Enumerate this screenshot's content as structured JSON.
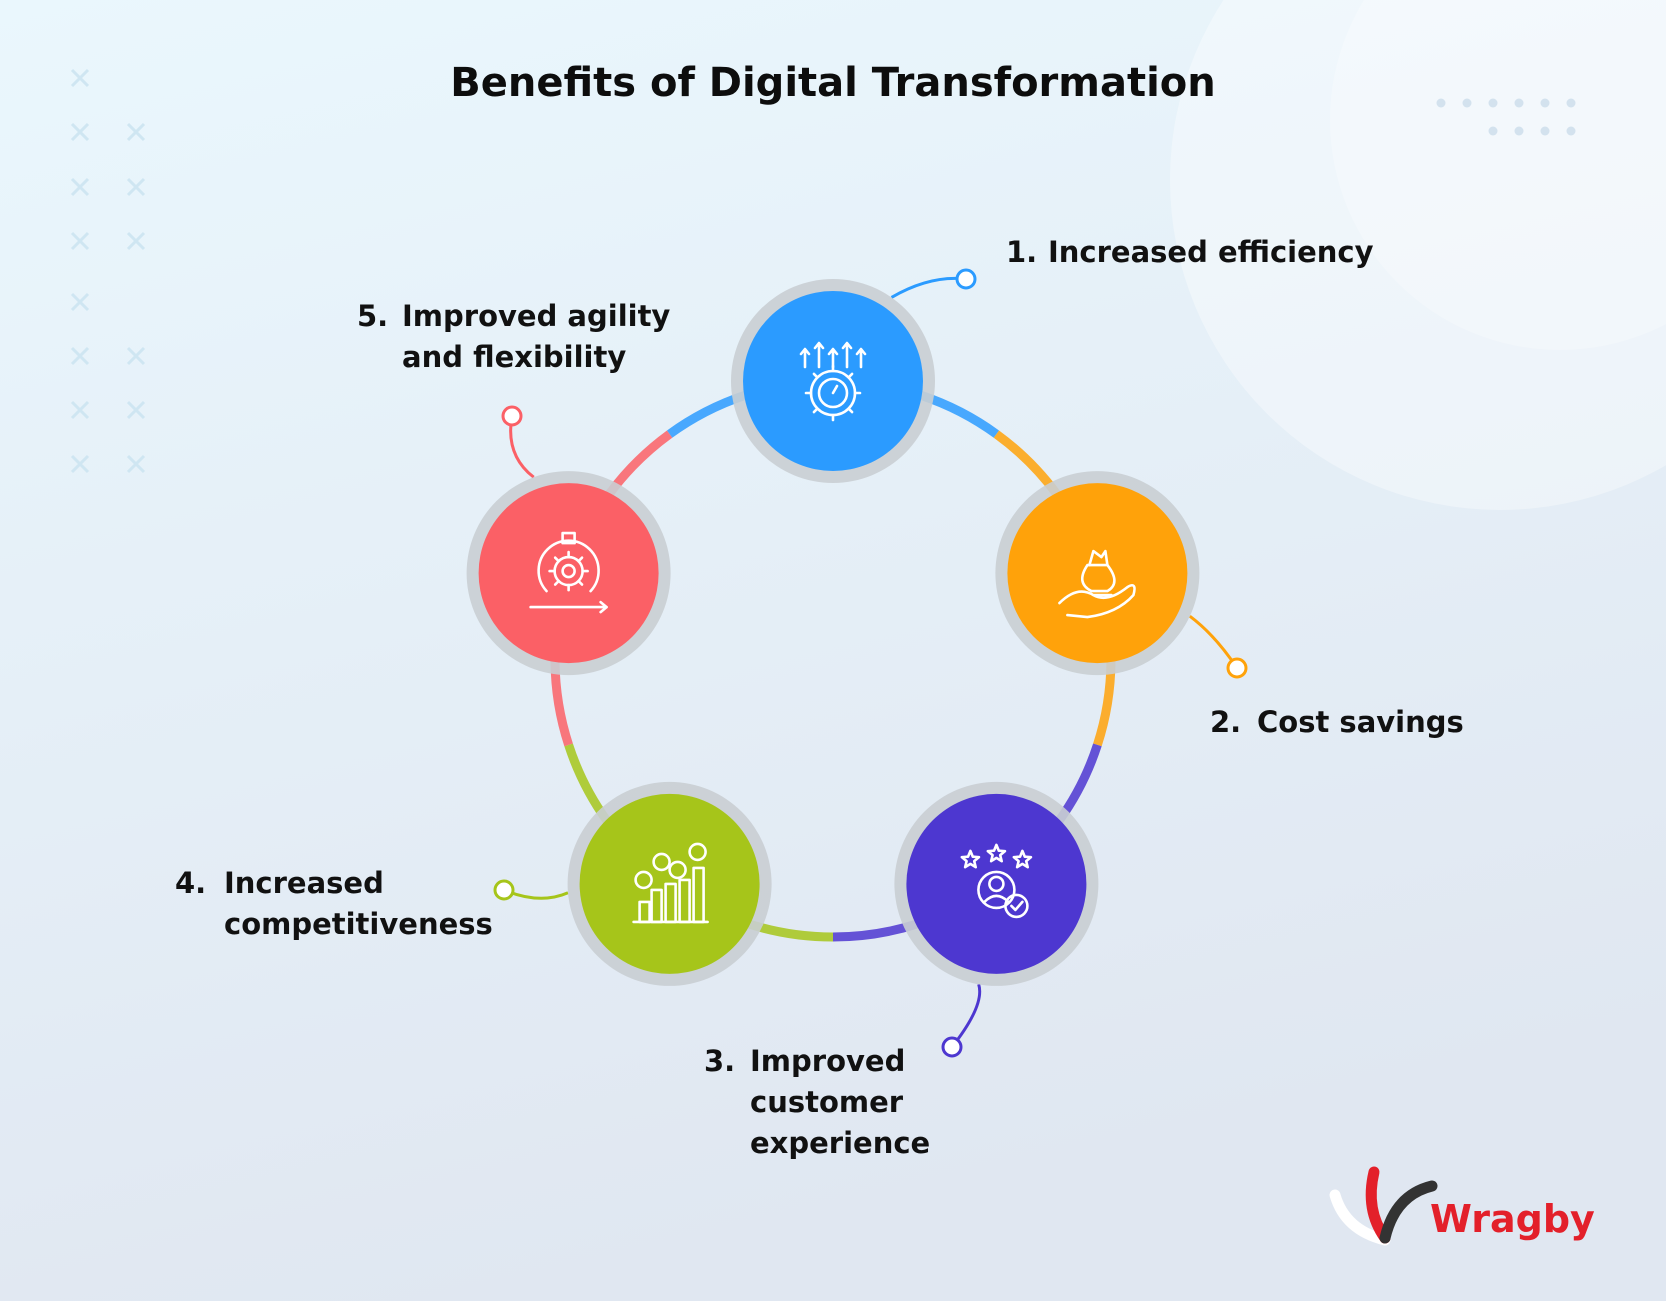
{
  "title": "Benefits of Digital Transformation",
  "benefits": [
    {
      "number": "1.",
      "lines": [
        "Increased efficiency"
      ],
      "color": "#2b9bff",
      "icon": "gear-speed-arrows-icon"
    },
    {
      "number": "2.",
      "lines": [
        "Cost savings"
      ],
      "color": "#ffa20a",
      "icon": "hand-money-bag-icon"
    },
    {
      "number": "3.",
      "lines": [
        "Improved",
        "customer",
        "experience"
      ],
      "color": "#4d37d0",
      "icon": "customer-stars-icon"
    },
    {
      "number": "4.",
      "lines": [
        "Increased",
        "competitiveness"
      ],
      "color": "#a6c51a",
      "icon": "growth-coins-chart-icon"
    },
    {
      "number": "5.",
      "lines": [
        "Improved agility",
        "and flexibility"
      ],
      "color": "#fb6066",
      "icon": "agile-gear-cycle-icon"
    }
  ],
  "logo": {
    "text": "Wragby",
    "brand_color": "#e3202a"
  },
  "colors": {
    "background_top": "#eaf6fd",
    "background_bottom": "#e1e8f2",
    "ring_gray": "#c9ced3"
  }
}
